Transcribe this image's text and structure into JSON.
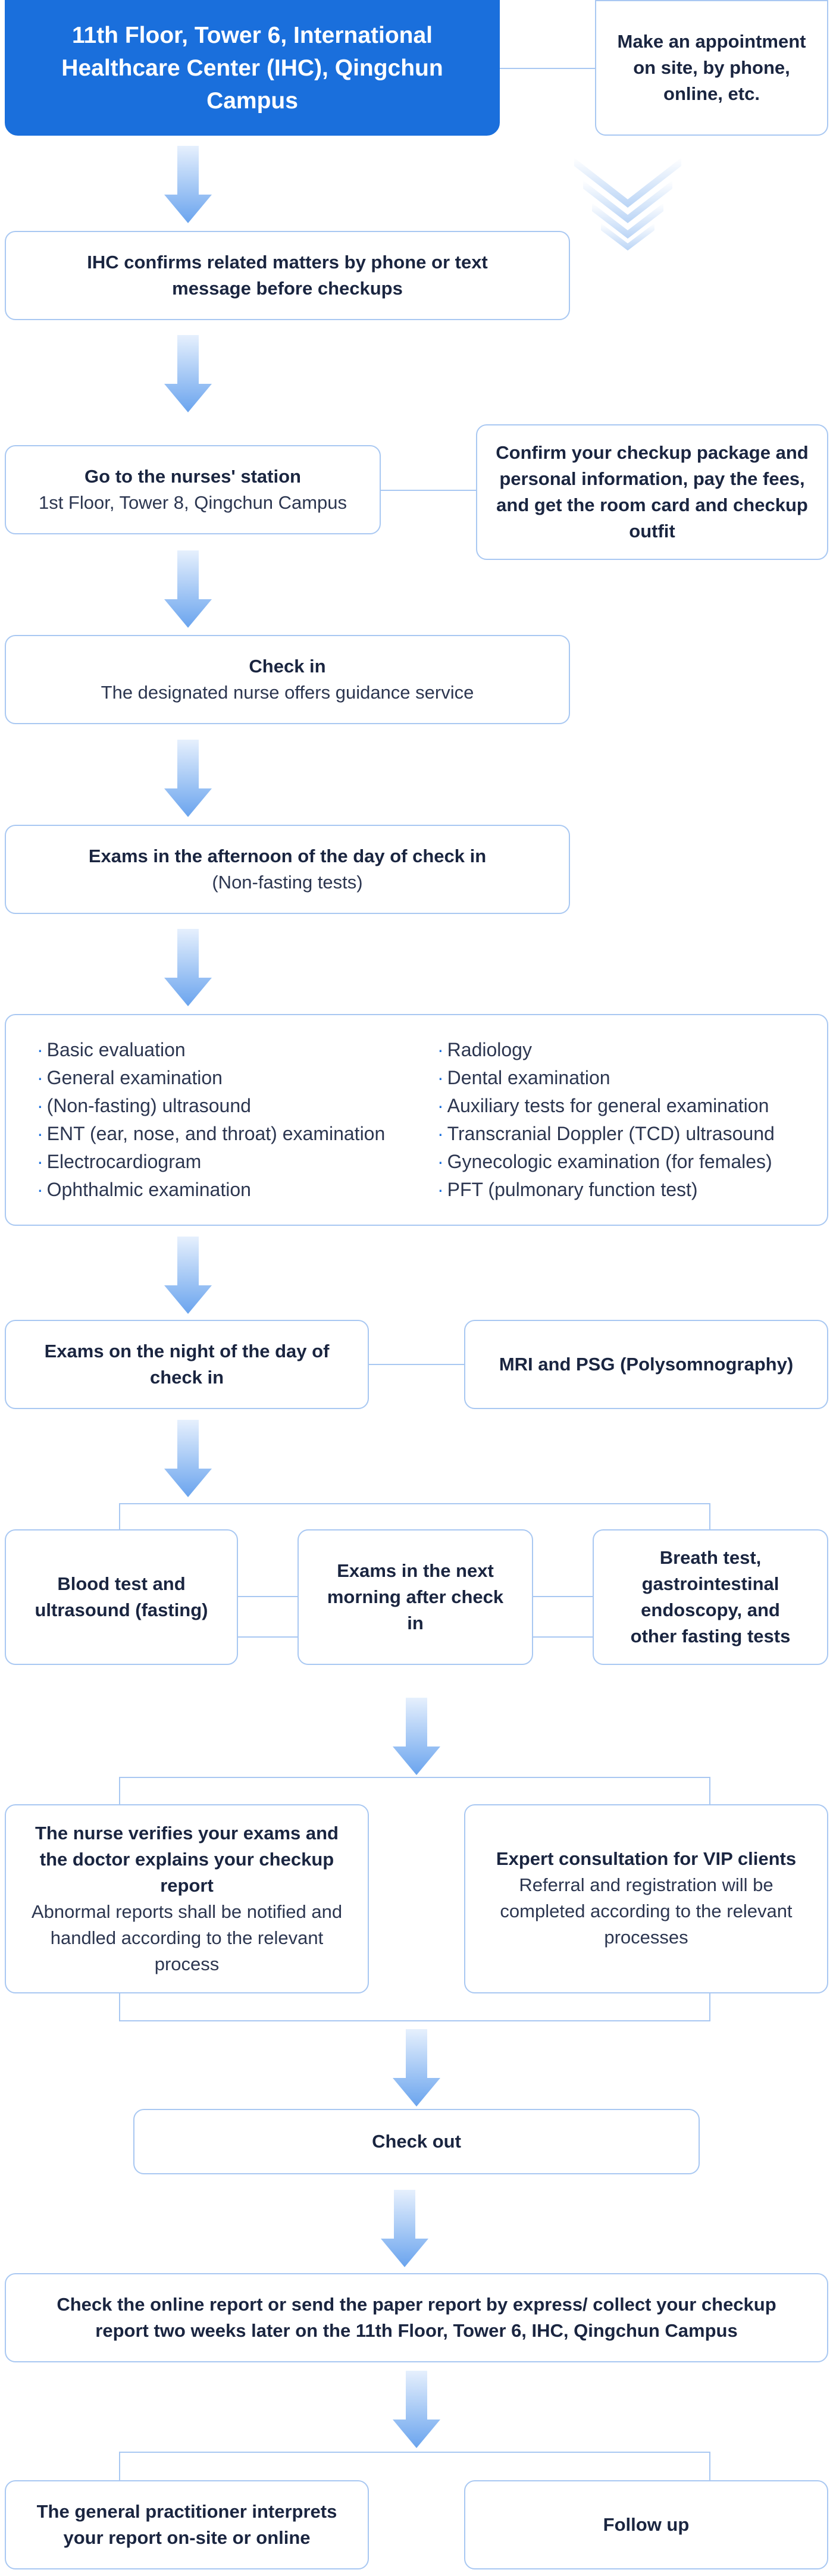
{
  "nodes": {
    "ihc_location": "11th Floor, Tower 6, International Healthcare Center (IHC), Qingchun Campus",
    "appointment": "Make an appointment on site, by phone, online, etc.",
    "confirm_matters": "IHC confirms related matters by phone or text message before checkups",
    "nurses_station_title": "Go to the nurses' station",
    "nurses_station_sub": "1st Floor, Tower 8, Qingchun Campus",
    "confirm_package": "Confirm your checkup package and personal information, pay the fees, and get the room card and checkup outfit",
    "checkin_title": "Check in",
    "checkin_sub": "The designated nurse offers guidance service",
    "afternoon_title": "Exams in the afternoon of the day of check in",
    "afternoon_sub": "(Non-fasting tests)",
    "night_exams": "Exams on the night of the day of check in",
    "mri_psg": "MRI and PSG (Polysomnography)",
    "blood_test": "Blood test and ultrasound (fasting)",
    "next_morning": "Exams in the next morning after check in",
    "breath_test": "Breath test, gastrointestinal endoscopy, and other fasting tests",
    "nurse_verifies_title": "The nurse verifies your exams and the doctor explains your checkup report",
    "nurse_verifies_sub": "Abnormal reports shall be notified and handled according to the relevant process",
    "expert_title": "Expert consultation for VIP clients",
    "expert_sub": "Referral and registration will be completed according to the relevant processes",
    "check_out": "Check out",
    "online_report": "Check the online report or send the paper report by express/ collect your checkup report two weeks later on the 11th Floor, Tower 6, IHC, Qingchun Campus",
    "gp_interprets": "The general practitioner interprets your report on-site or online",
    "follow_up": "Follow up"
  },
  "exam_list": {
    "left": [
      "Basic evaluation",
      "General examination",
      "(Non-fasting) ultrasound",
      "ENT (ear, nose, and throat) examination",
      "Electrocardiogram",
      "Ophthalmic examination"
    ],
    "right": [
      "Radiology",
      "Dental examination",
      "Auxiliary tests for general examination",
      "Transcranial Doppler (TCD) ultrasound",
      "Gynecologic examination (for females)",
      "PFT (pulmonary function test)"
    ]
  },
  "colors": {
    "primary": "#1a6fdc",
    "border": "#a9c8f2",
    "arrow_top": "#e6f0fd",
    "arrow_bottom": "#6aa4ee"
  }
}
